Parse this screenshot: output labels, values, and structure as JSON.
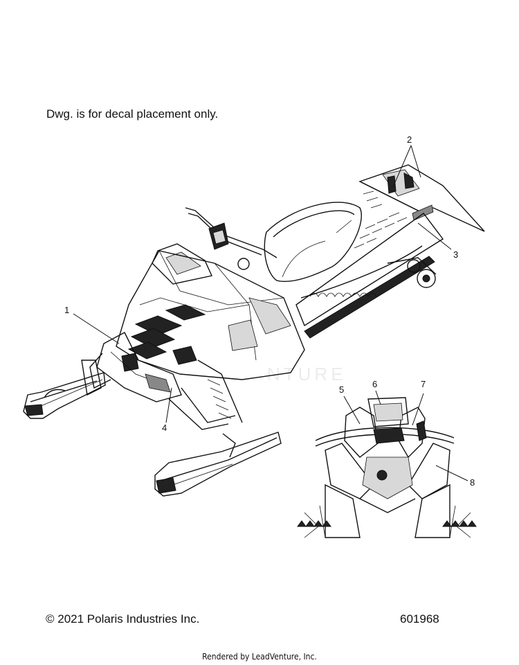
{
  "header": {
    "note": "Dwg. is for decal placement only."
  },
  "callouts": [
    "1",
    "2",
    "3",
    "4",
    "5",
    "6",
    "7",
    "8"
  ],
  "watermark": "NTURE",
  "footer": {
    "copyright": "© 2021 Polaris Industries Inc.",
    "drawing_number": "601968",
    "rendered_by": "Rendered by LeadVenture, Inc."
  }
}
